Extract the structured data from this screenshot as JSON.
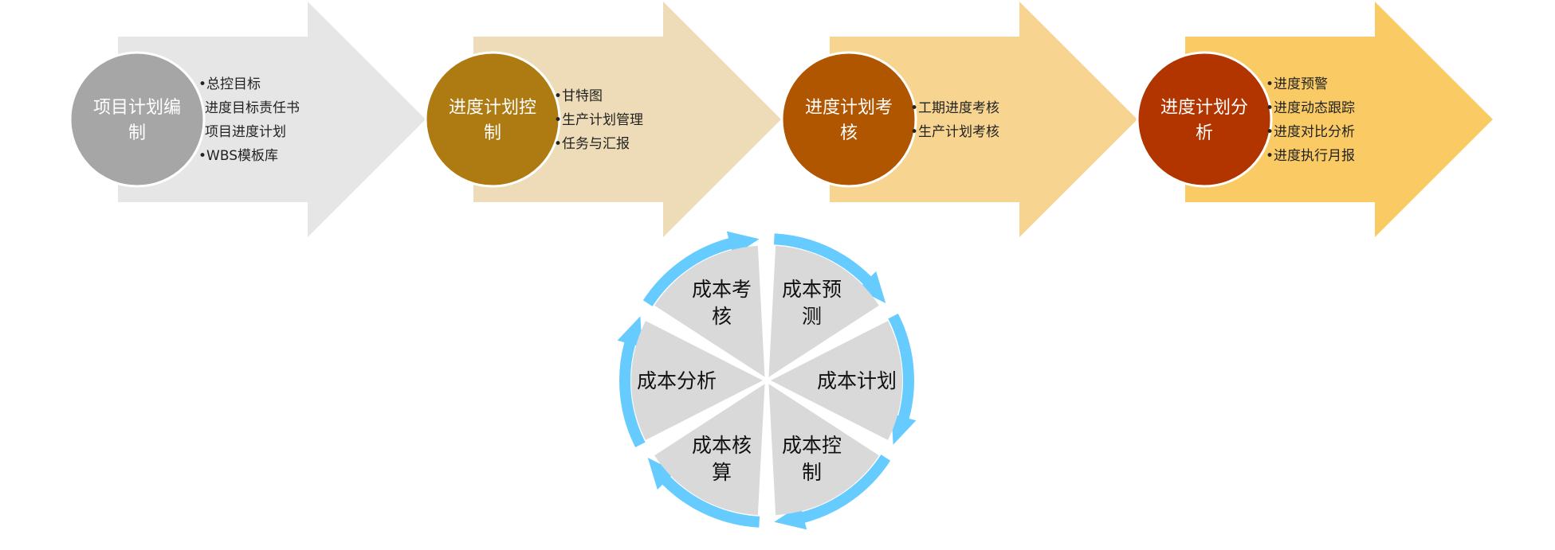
{
  "steps": [
    {
      "title_lines": [
        "项目计划编",
        "制"
      ],
      "items": [
        "•总控目标",
        "进度目标责任书",
        "项目进度计划",
        "•WBS模板库"
      ],
      "circle_color": "#a6a6a6",
      "arrow_color": "#e6e6e6"
    },
    {
      "title_lines": [
        "进度计划控",
        "制"
      ],
      "items": [
        "•甘特图",
        "•生产计划管理",
        "•任务与汇报"
      ],
      "circle_color": "#ae7a12",
      "arrow_color": "#eddcb7"
    },
    {
      "title_lines": [
        "进度计划考",
        "核"
      ],
      "items": [
        "•工期进度考核",
        "•生产计划考核"
      ],
      "circle_color": "#b05500",
      "arrow_color": "#f7d591"
    },
    {
      "title_lines": [
        "进度计划分",
        "析"
      ],
      "items": [
        "•进度预警",
        "•进度动态跟踪",
        "•进度对比分析",
        "•进度执行月报"
      ],
      "circle_color": "#b23500",
      "arrow_color": "#facb65"
    }
  ],
  "cycle": {
    "segments": [
      {
        "lines": [
          "成本预",
          "测"
        ]
      },
      {
        "lines": [
          "成本计划"
        ]
      },
      {
        "lines": [
          "成本控",
          "制"
        ]
      },
      {
        "lines": [
          "成本核",
          "算"
        ]
      },
      {
        "lines": [
          "成本分析"
        ]
      },
      {
        "lines": [
          "成本考",
          "核"
        ]
      }
    ],
    "segment_color": "#d9d9d9",
    "ring_color": "#66ccff"
  }
}
